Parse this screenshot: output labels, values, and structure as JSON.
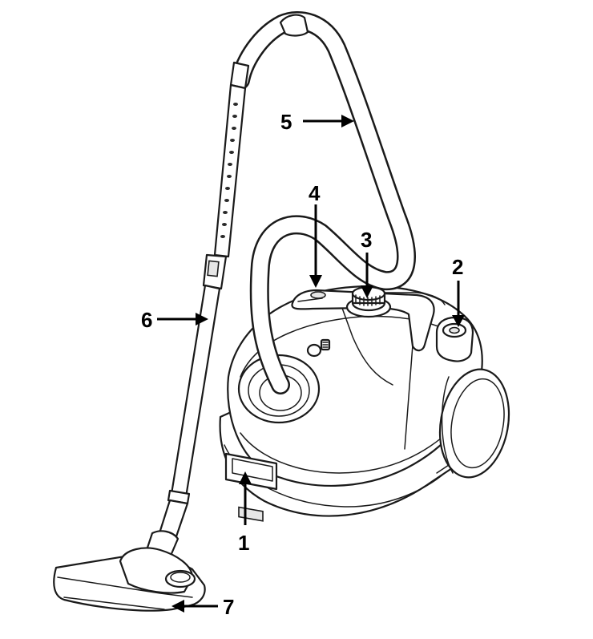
{
  "callouts": [
    {
      "id": "1",
      "label": "1"
    },
    {
      "id": "2",
      "label": "2"
    },
    {
      "id": "3",
      "label": "3"
    },
    {
      "id": "4",
      "label": "4"
    },
    {
      "id": "5",
      "label": "5"
    },
    {
      "id": "6",
      "label": "6"
    },
    {
      "id": "7",
      "label": "7"
    }
  ],
  "icons": {
    "bag_indicator": "bag-icon"
  }
}
